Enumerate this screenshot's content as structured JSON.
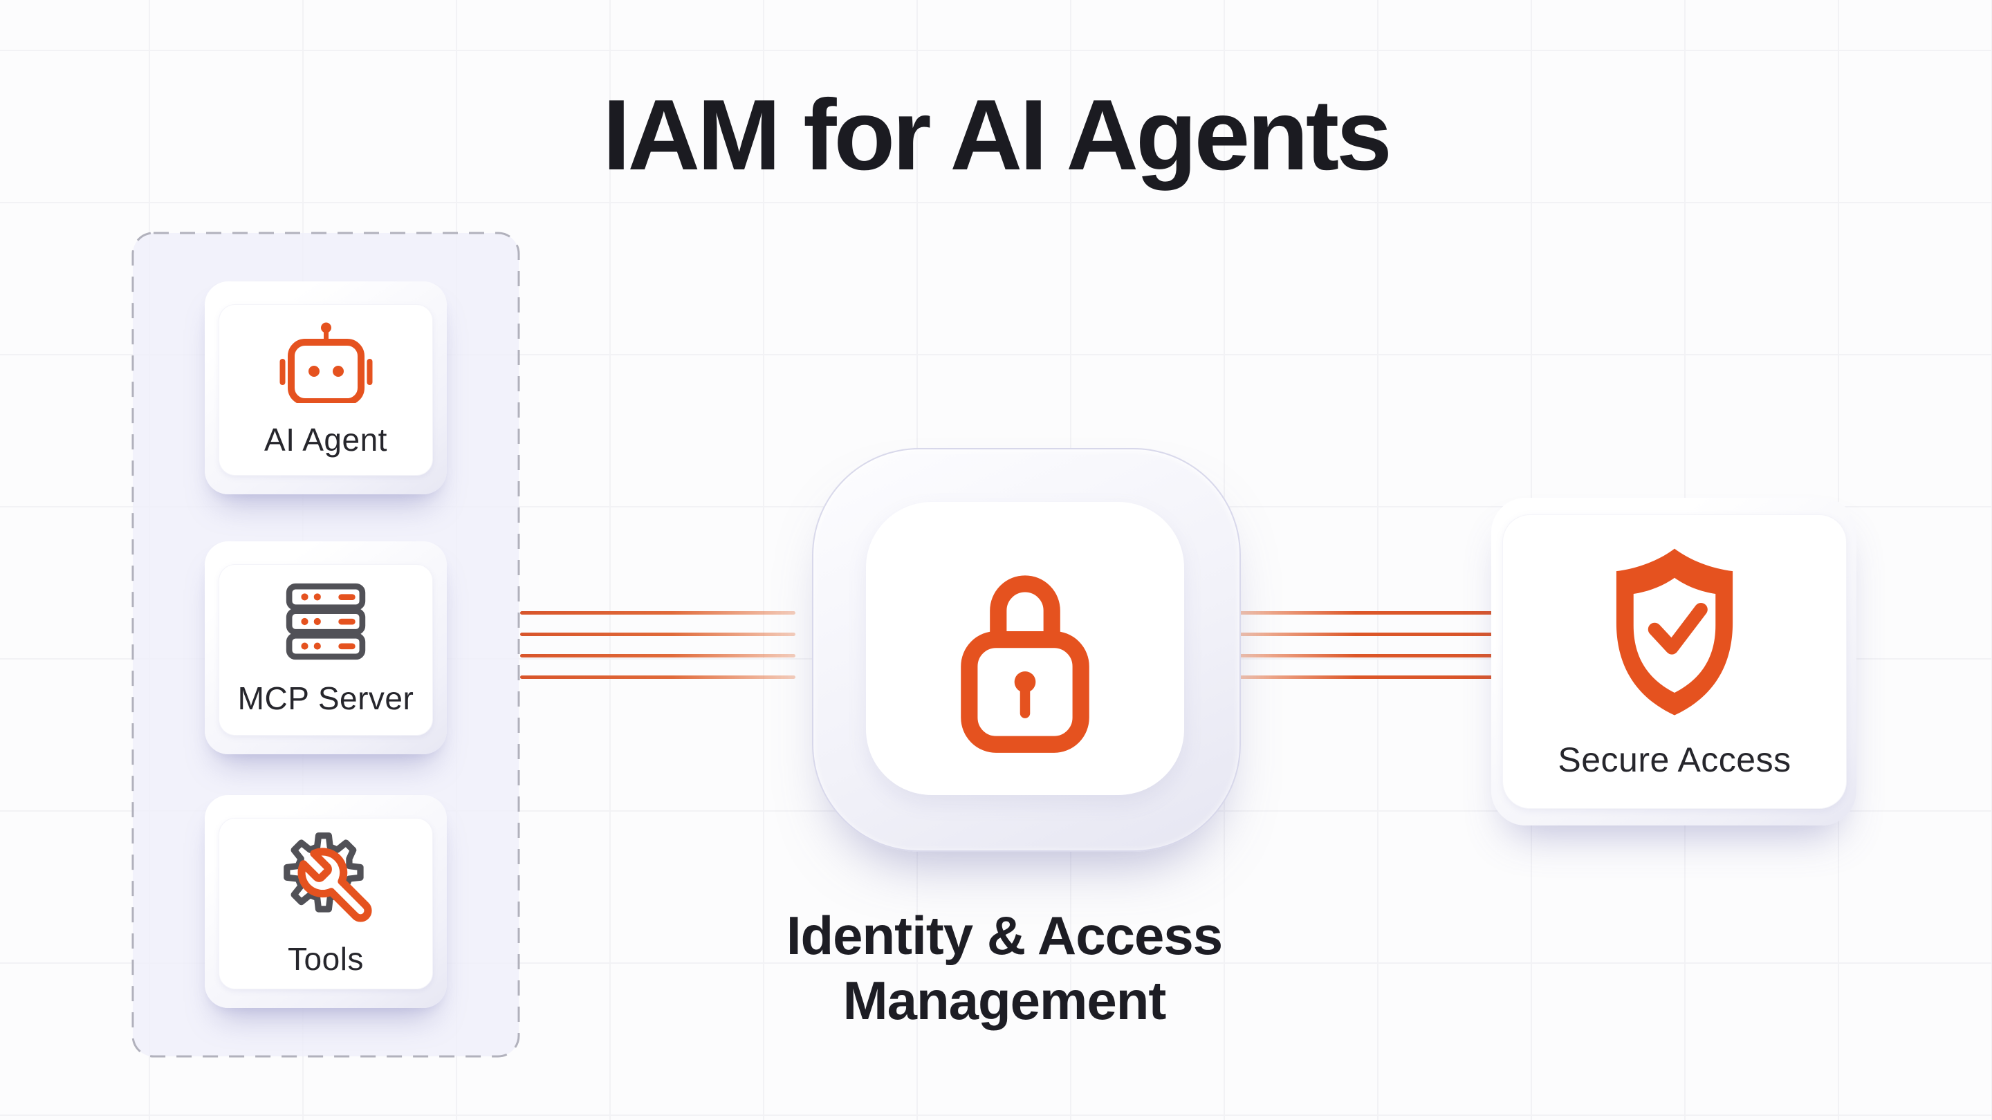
{
  "title": "IAM for AI Agents",
  "panel": {
    "items": [
      {
        "label": "AI Agent",
        "icon": "robot-icon"
      },
      {
        "label": "MCP Server",
        "icon": "server-icon"
      },
      {
        "label": "Tools",
        "icon": "tools-icon"
      }
    ]
  },
  "center": {
    "icon": "lock-icon",
    "caption_line1": "Identity & Access",
    "caption_line2": "Management"
  },
  "output": {
    "label": "Secure Access",
    "icon": "shield-check-icon"
  },
  "connectors": {
    "left_count": 4,
    "right_count": 4
  },
  "colors": {
    "accent_orange": "#E5521F",
    "icon_gray": "#515157",
    "title_text": "#1B1B21",
    "label_text": "#26262C",
    "dashed_border": "#B1B1BC",
    "panel_fill": "#EFEFF9",
    "background": "#FCFCFD",
    "grid_line": "#F2F2F5"
  }
}
